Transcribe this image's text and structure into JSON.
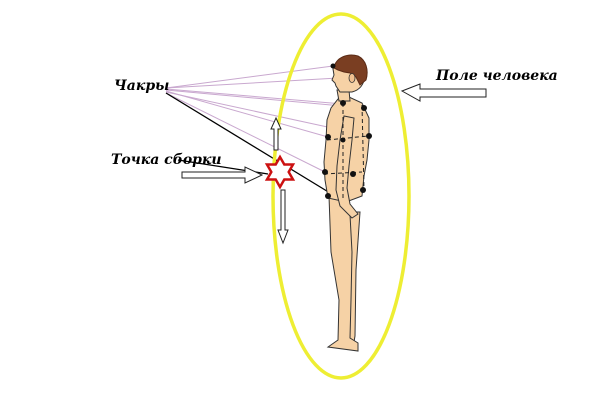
{
  "labels": {
    "chakras": "Чакры",
    "assemblage_point": "Точка сборки",
    "human_field": "Поле человека"
  },
  "colors": {
    "aura": "#eeee33",
    "assemblage_star": "#cc1111",
    "skin": "#f6d2a6",
    "hair": "#7a3e22",
    "chakra_dots": "#111111",
    "chakra_rays": "#c9a8cf"
  },
  "icons": [
    "arrow-right-icon",
    "arrow-left-icon",
    "arrow-up-icon",
    "arrow-down-icon",
    "star-icon"
  ]
}
